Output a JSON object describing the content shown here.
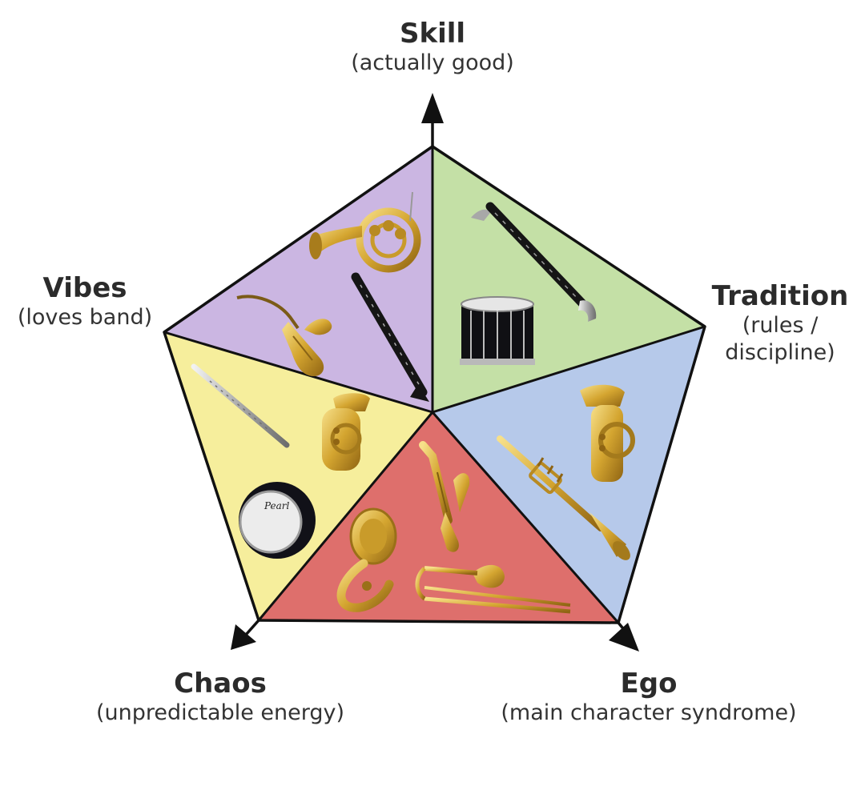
{
  "diagram": {
    "type": "radar-pentagon",
    "axes": [
      {
        "title": "Skill",
        "subtitle": "(actually good)"
      },
      {
        "title": "Tradition",
        "subtitle_lines": [
          "(rules /",
          "discipline)"
        ]
      },
      {
        "title": "Ego",
        "subtitle": "(main character syndrome)"
      },
      {
        "title": "Chaos",
        "subtitle": "(unpredictable energy)"
      },
      {
        "title": "Vibes",
        "subtitle": "(loves band)"
      }
    ],
    "sections": [
      {
        "name": "skill-vibes",
        "color": "#cbb6e2",
        "instruments": [
          "french-horn",
          "alto-saxophone",
          "clarinet"
        ]
      },
      {
        "name": "skill-tradition",
        "color": "#c4e0a6",
        "instruments": [
          "bass-clarinet",
          "marching-snare-drum"
        ]
      },
      {
        "name": "tradition-ego",
        "color": "#b6c9ea",
        "instruments": [
          "tuba",
          "trumpet"
        ]
      },
      {
        "name": "ego-chaos",
        "color": "#de6f6c",
        "instruments": [
          "baritone-saxophone",
          "sousaphone",
          "trombone"
        ]
      },
      {
        "name": "chaos-vibes",
        "color": "#f6ee9c",
        "instruments": [
          "flute",
          "euphonium",
          "bass-drum"
        ]
      }
    ],
    "drum_logo": "Pearl"
  }
}
